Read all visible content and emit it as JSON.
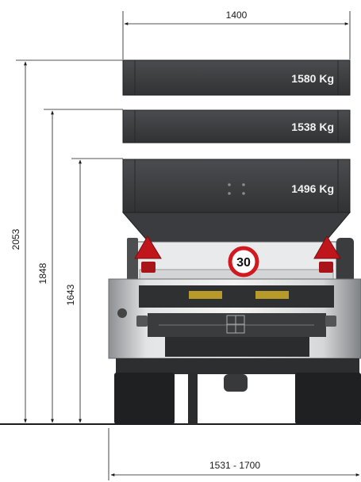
{
  "dimensions": {
    "top_width": "1400",
    "bottom_width": "1531 - 1700",
    "height_tall": "2053",
    "height_mid": "1848",
    "height_short": "1643"
  },
  "capacities": {
    "top": "1580 Kg",
    "middle": "1538 Kg",
    "bottom": "1496 Kg"
  },
  "speed_sign": "30",
  "colors": {
    "hopper": "#3b3d40",
    "hopper_dark": "#26282a",
    "tank_steel": "#c9cbcd",
    "reflector": "#c0161b",
    "sign_ring": "#d31920"
  }
}
